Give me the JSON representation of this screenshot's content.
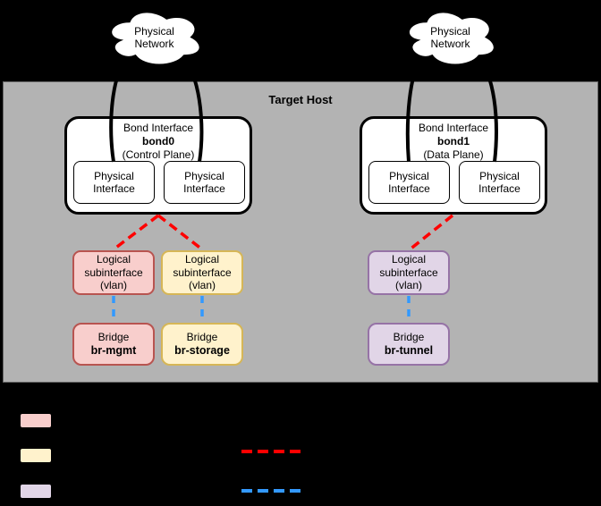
{
  "colors": {
    "background": "#000000",
    "host_fill": "#b3b3b3",
    "host_stroke": "#666666",
    "red_fill": "#f8cecc",
    "red_stroke": "#b85450",
    "yellow_fill": "#fff2cc",
    "yellow_stroke": "#d6b656",
    "purple_fill": "#e1d5e7",
    "purple_stroke": "#9673a6",
    "line_red": "#ff0000",
    "line_blue": "#3399ff"
  },
  "clouds": [
    {
      "label": "Physical Network"
    },
    {
      "label": "Physical Network"
    }
  ],
  "host": {
    "title": "Target Host"
  },
  "bonds": [
    {
      "title": "Bond Interface",
      "name": "bond0",
      "plane": "(Control Plane)",
      "iface1": "Physical Interface",
      "iface2": "Physical Interface"
    },
    {
      "title": "Bond Interface",
      "name": "bond1",
      "plane": "(Data Plane)",
      "iface1": "Physical Interface",
      "iface2": "Physical Interface"
    }
  ],
  "subinterfaces": [
    {
      "label": "Logical subinterface (vlan)",
      "color": "red"
    },
    {
      "label": "Logical subinterface (vlan)",
      "color": "yellow"
    },
    {
      "label": "Logical subinterface (vlan)",
      "color": "purple"
    }
  ],
  "bridges": [
    {
      "label": "Bridge",
      "name": "br-mgmt",
      "color": "red"
    },
    {
      "label": "Bridge",
      "name": "br-storage",
      "color": "yellow"
    },
    {
      "label": "Bridge",
      "name": "br-tunnel",
      "color": "purple"
    }
  ],
  "legend": {
    "swatch_colors": [
      "red",
      "yellow",
      "purple"
    ],
    "line_samples": [
      {
        "color": "red",
        "style": "dashed"
      },
      {
        "color": "blue",
        "style": "dashed"
      }
    ]
  }
}
